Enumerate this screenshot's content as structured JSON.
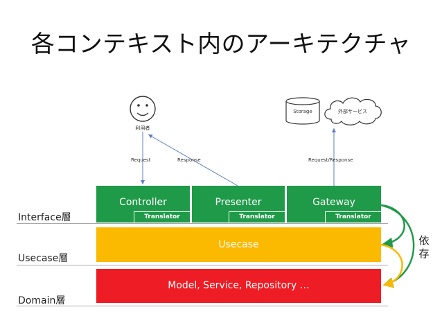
{
  "title": "各コンテキスト内のアーキテクチャ",
  "actors": {
    "user_label": "利用者",
    "storage_label": "Storage",
    "external_label": "外部サービス"
  },
  "arrows": {
    "request": "Request",
    "response": "Response",
    "request_response": "Request/Response"
  },
  "layers": {
    "interface": "Interface層",
    "usecase": "Usecase層",
    "domain": "Domain層"
  },
  "components": [
    {
      "label": "Controller",
      "translator": "Translator"
    },
    {
      "label": "Presenter",
      "translator": "Translator"
    },
    {
      "label": "Gateway",
      "translator": "Translator"
    }
  ],
  "usecase_box": "Usecase",
  "domain_box": "Model, Service, Repository …",
  "dependency_label": "依存",
  "colors": {
    "interface": "#1f9a49",
    "usecase": "#fbb900",
    "domain": "#ee1c24",
    "arrow": "#5a7fc0"
  }
}
